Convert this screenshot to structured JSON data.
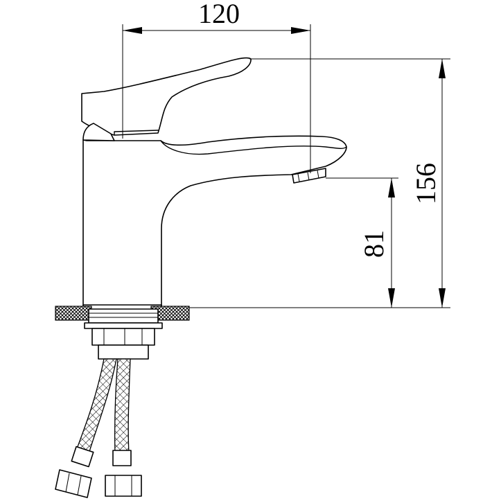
{
  "dimensions": {
    "width": "120",
    "total_height": "156",
    "spout_height": "81"
  }
}
